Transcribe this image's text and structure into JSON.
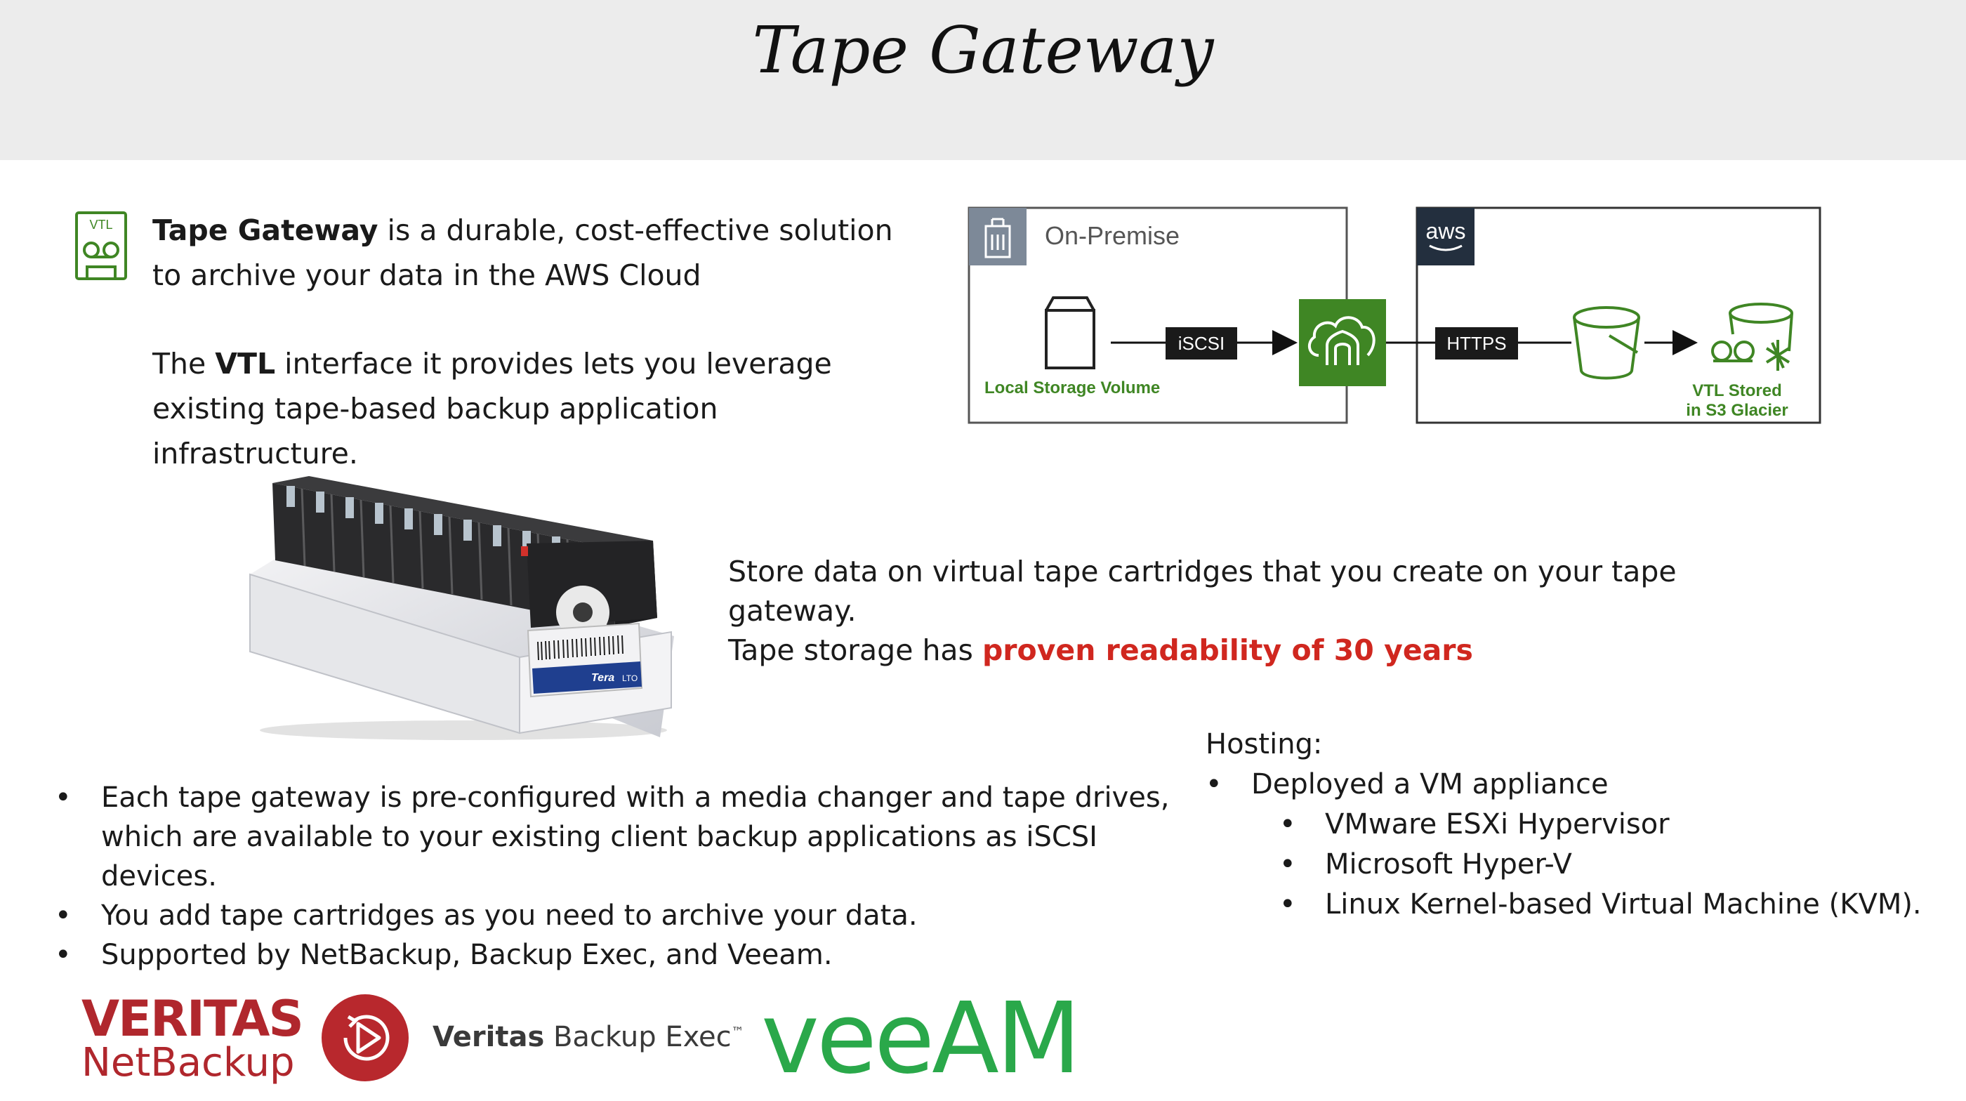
{
  "slide": {
    "title": "Tape Gateway",
    "vtl_icon_text": "VTL",
    "intro": {
      "p1_bold": "Tape Gateway",
      "p1_rest": " is a durable, cost-effective solution to archive your data in the AWS Cloud",
      "p2_pre": "The ",
      "p2_bold": "VTL",
      "p2_rest": " interface it provides lets you leverage existing tape-based backup application infrastructure."
    },
    "store": {
      "line1": "Store data on virtual tape cartridges that you create on your tape gateway.",
      "line2_pre": "Tape storage has ",
      "line2_highlight": "proven readability of 30 years"
    },
    "bullets": [
      "Each tape gateway is pre-configured with a media changer and tape drives, which are available to your existing client backup applications as iSCSI devices.",
      "You add tape cartridges as you need to archive your data.",
      "Supported by NetBackup, Backup Exec, and Veeam."
    ],
    "hosting": {
      "heading": "Hosting:",
      "item": "Deployed a VM appliance",
      "subitems": [
        "VMware ESXi Hypervisor",
        "Microsoft Hyper-V",
        "Linux Kernel-based Virtual Machine (KVM)."
      ]
    },
    "bullet_char": "•",
    "colors": {
      "highlight": "#d0271f",
      "aws_green": "#3f8624",
      "veritas_red": "#b0272d",
      "veeam_green": "#2aa84a"
    }
  },
  "diagram": {
    "on_premise_label": "On-Premise",
    "local_storage_label": "Local Storage Volume",
    "iscsi_label": "iSCSI",
    "https_label": "HTTPS",
    "aws_label": "aws",
    "vtl_stored_line1": "VTL Stored",
    "vtl_stored_line2": "in S3 Glacier"
  },
  "cartridge": {
    "label_brand": "Tera",
    "label_type": "LTO"
  },
  "logos": {
    "veritas_line1": "VERITAS",
    "veritas_line2": "NetBackup",
    "backup_exec_bold": "Veritas",
    "backup_exec_rest": " Backup Exec",
    "backup_exec_tm": "™",
    "veeam": "veeAM"
  }
}
